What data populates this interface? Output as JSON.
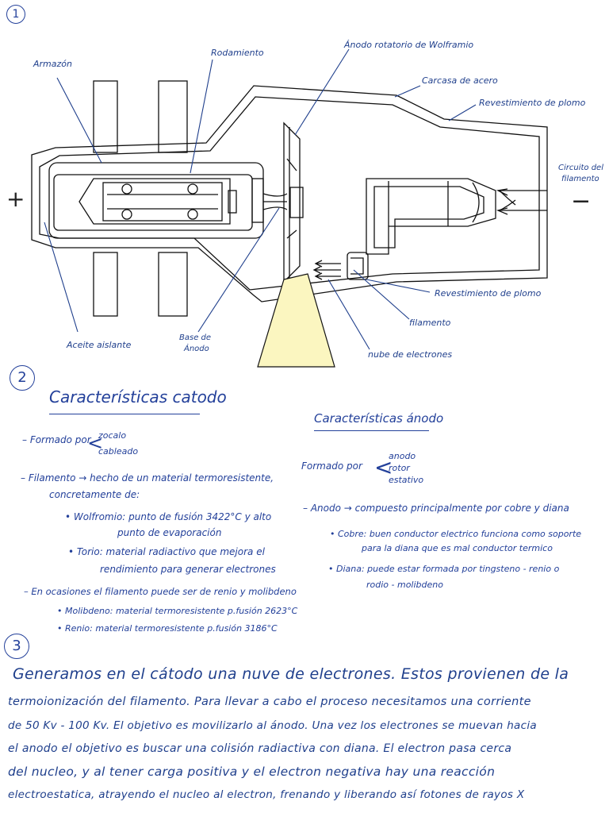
{
  "section_numbers": [
    "1",
    "2",
    "3"
  ],
  "diagram": {
    "plus_sign": "+",
    "minus_sign": "−",
    "labels": {
      "armazon": "Armazón",
      "rodamiento": "Rodamiento",
      "anodo_rotatorio": "Ánodo rotatorio de Wolframio",
      "carcasa": "Carcasa de acero",
      "revestimiento_top": "Revestimiento de plomo",
      "circuito_1": "Circuito del",
      "circuito_2": "filamento",
      "revestimiento_bottom": "Revestimiento de plomo",
      "filamento": "filamento",
      "nube": "nube de electrones",
      "base_1": "Base de",
      "base_2": "Ánodo",
      "aceite": "Aceite aislante"
    }
  },
  "catodo": {
    "title": "Características catodo",
    "formado_por": "– Formado por",
    "formado_items": [
      "zocalo",
      "cableado"
    ],
    "filamento_line1": "– Filamento → hecho de un material termoresistente,",
    "filamento_line2": "concretamente de:",
    "wolframio_line1": "• Wolfromio: punto de fusión 3422°C y alto",
    "wolframio_line2": "punto de evaporación",
    "torio_line1": "• Torio: material radiactivo que mejora el",
    "torio_line2": "rendimiento para generar electrones",
    "ocasiones": "– En ocasiones el filamento puede ser de renio y molibdeno",
    "molibdeno": "• Molibdeno: material termoresistente p.fusión 2623°C",
    "renio": "• Renio: material termoresistente p.fusión 3186°C"
  },
  "anodo": {
    "title": "Características ánodo",
    "formado_por": "Formado por",
    "formado_items": [
      "anodo",
      "rotor",
      "estativo"
    ],
    "anodo_line": "– Anodo → compuesto principalmente por cobre y diana",
    "cobre_line1": "• Cobre: buen conductor electrico funciona como soporte",
    "cobre_line2": "para la diana que es mal conductor termico",
    "diana_line1": "• Diana: puede estar formada por tingsteno - renio o",
    "diana_line2": "rodio - molibdeno"
  },
  "paragraph": [
    "Generamos en el cátodo una nuve de electrones. Estos provienen de la",
    "termoionización del filamento. Para llevar a cabo el proceso necesitamos una corriente",
    "de 50 Kv - 100 Kv. El objetivo es movilizarlo al ánodo. Una vez los electrones se muevan hacia",
    "el anodo el objetivo es buscar una colisión radiactiva con diana. El electron pasa cerca",
    "del nucleo, y al tener carga positiva y el electron negativa hay una reacción",
    "electroestatica, atrayendo el nucleo al electron, frenando y liberando así fotones de rayos X"
  ],
  "colors": {
    "ink": "#1f3f8c",
    "line": "#111111",
    "beam": "#fbf6c0"
  }
}
